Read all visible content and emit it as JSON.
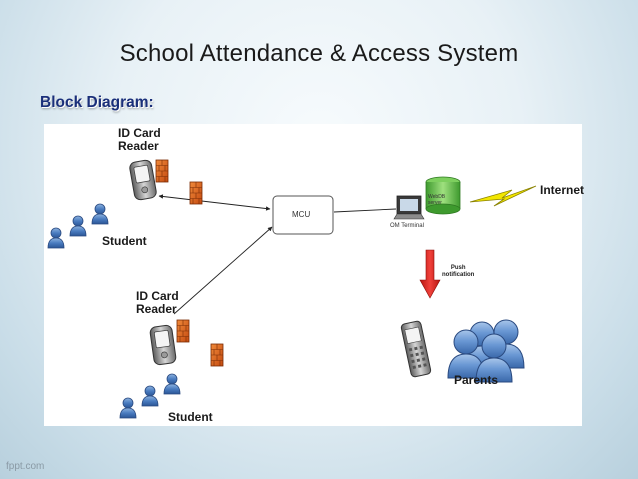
{
  "slide": {
    "title": "School Attendance & Access System",
    "subtitle": "Block Diagram:",
    "footer": "fppt.com"
  },
  "diagram": {
    "nodes": {
      "reader_top": "ID Card\nReader",
      "student_top": "Student",
      "reader_bottom": "ID Card\nReader",
      "student_bottom": "Student",
      "mcu": "MCU",
      "om_terminal": "OM Terminal",
      "webdb_server": "WebDB\nserver",
      "internet": "Internet",
      "push_notification": "Push\nnotification",
      "parents": "Parents"
    },
    "icons": [
      "id-card-reader-icon",
      "firewall-icon",
      "student-group-icon",
      "computer-terminal-icon",
      "database-server-icon",
      "lightning-bolt-icon",
      "mobile-phone-icon",
      "parents-group-icon",
      "push-arrow-icon"
    ],
    "colors": {
      "title_text": "#1a1a1a",
      "subtitle_text": "#1a2f7a",
      "people": "#3f6fb0",
      "firewall": "#d9631f",
      "database": "#4fae3c",
      "lightning": "#f2e600",
      "push_arrow": "#e0201a"
    }
  }
}
